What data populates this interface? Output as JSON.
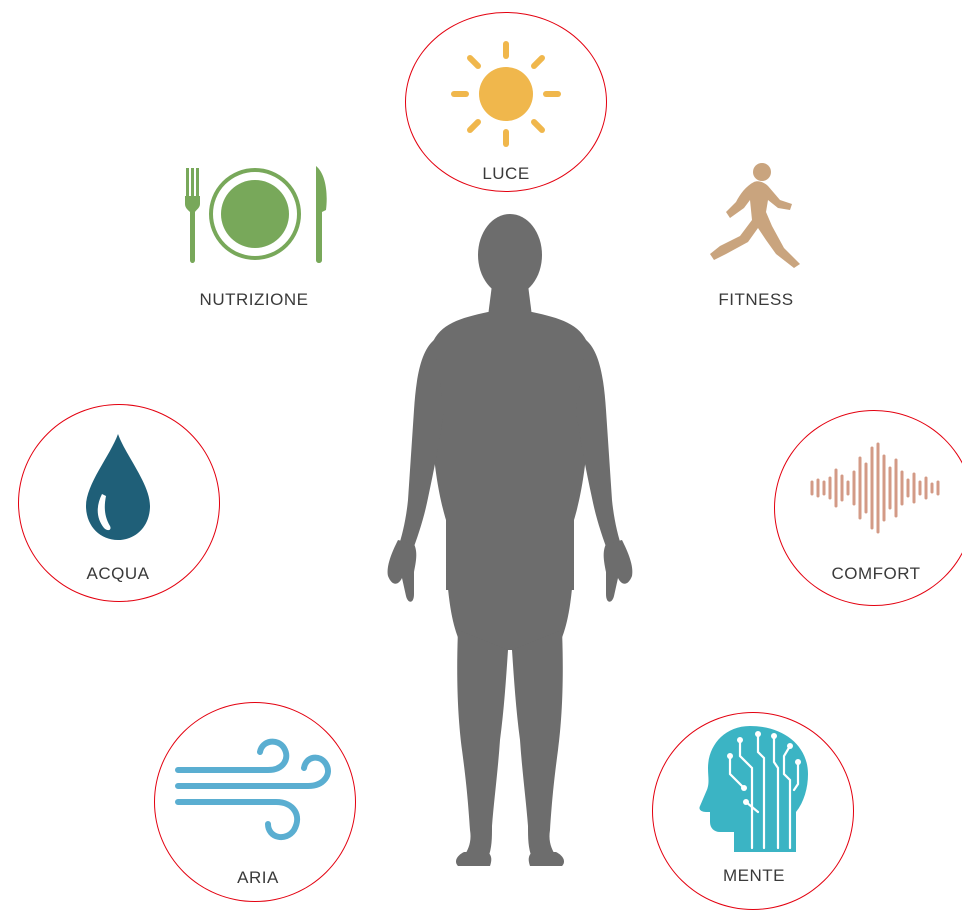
{
  "items": {
    "luce": {
      "label": "LUCE",
      "icon": "sun-icon",
      "color": "#f0b74c",
      "circled": true
    },
    "nutrizione": {
      "label": "NUTRIZIONE",
      "icon": "plate-icon",
      "color": "#78a85a",
      "circled": false
    },
    "fitness": {
      "label": "FITNESS",
      "icon": "runner-icon",
      "color": "#c9a47e",
      "circled": false
    },
    "acqua": {
      "label": "ACQUA",
      "icon": "water-drop-icon",
      "color": "#1f5f78",
      "circled": true
    },
    "comfort": {
      "label": "COMFORT",
      "icon": "sound-wave-icon",
      "color": "#d39a86",
      "circled": true
    },
    "aria": {
      "label": "ARIA",
      "icon": "wind-icon",
      "color": "#5aaed1",
      "circled": true
    },
    "mente": {
      "label": "MENTE",
      "icon": "brain-head-icon",
      "color": "#3bb4c4",
      "circled": true
    }
  },
  "center": {
    "icon": "human-body-icon",
    "color": "#6d6d6d"
  },
  "ring_color": "#e3000f"
}
